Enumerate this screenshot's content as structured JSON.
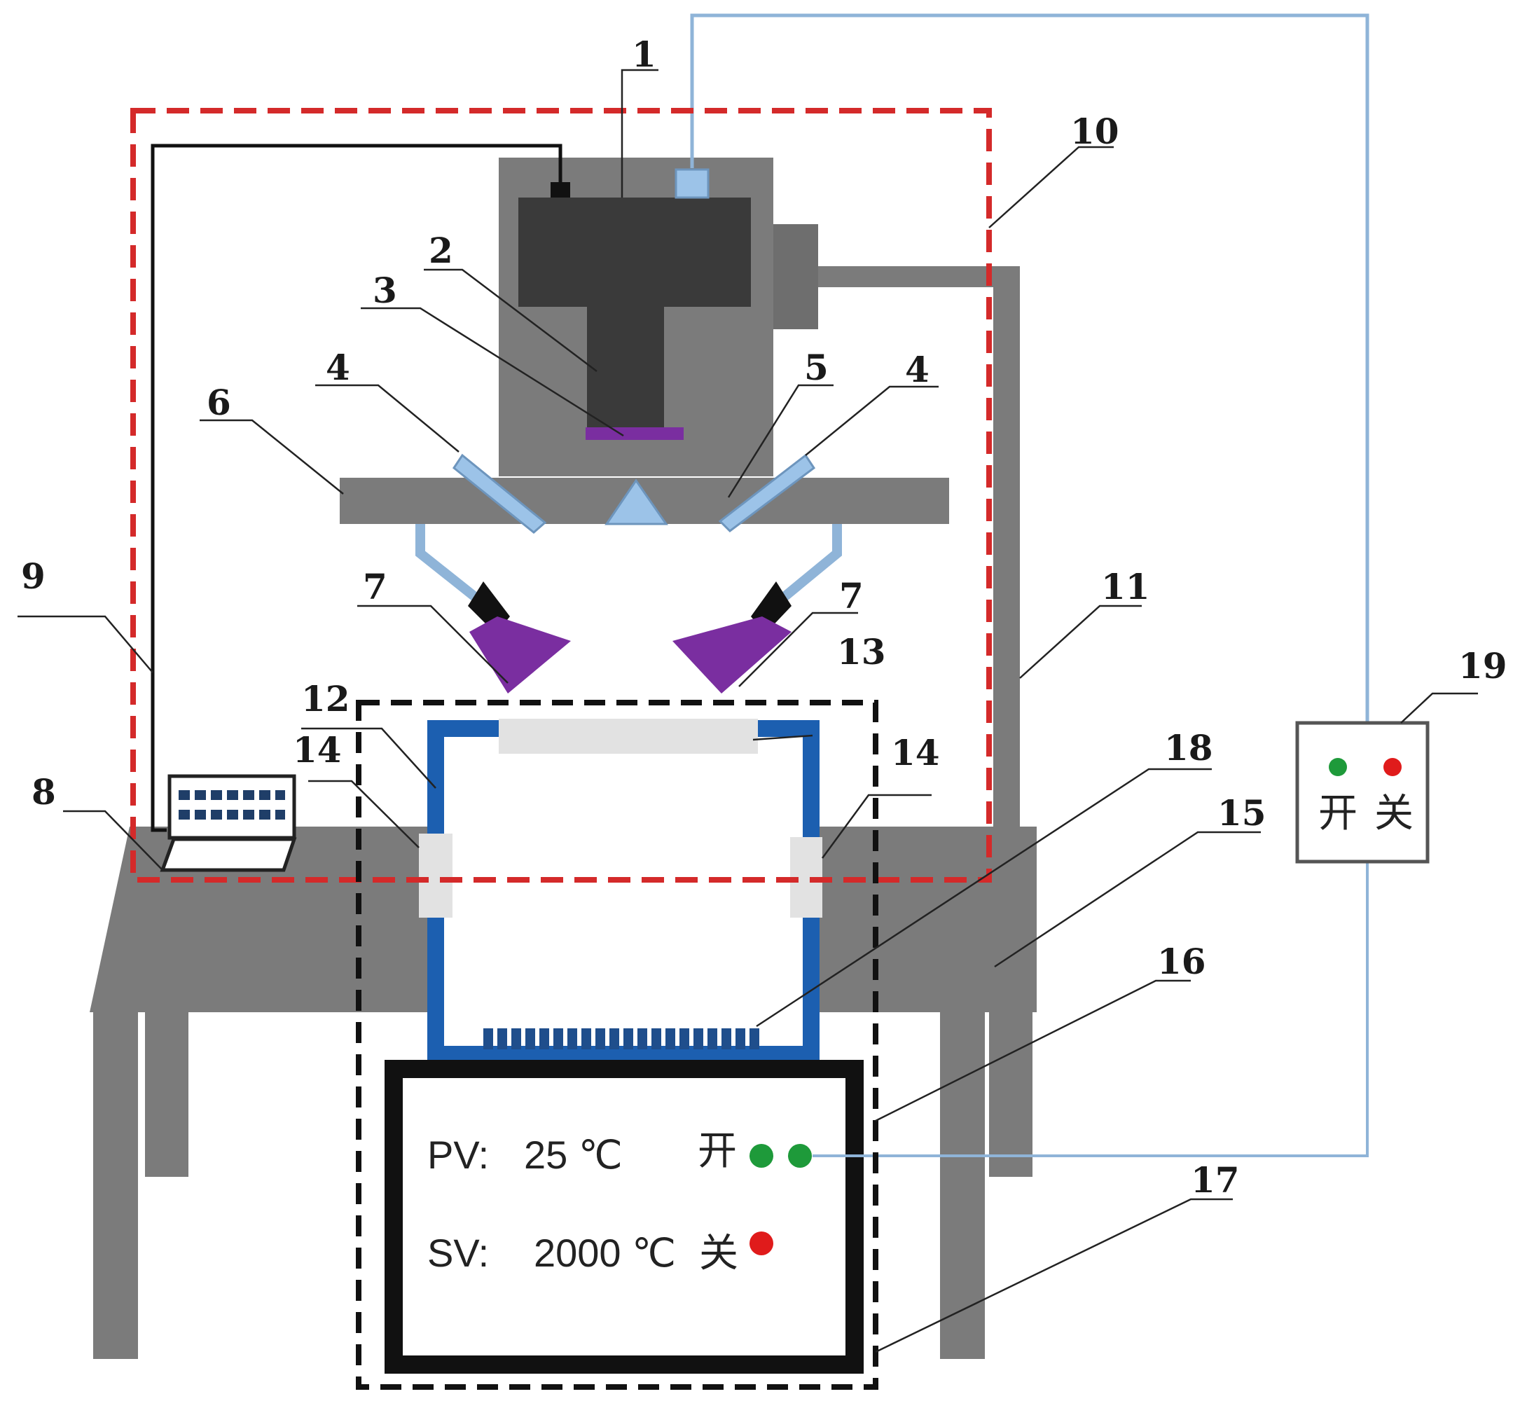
{
  "labels": {
    "n1": "1",
    "n2": "2",
    "n3": "3",
    "n4a": "4",
    "n4b": "4",
    "n5": "5",
    "n6": "6",
    "n7a": "7",
    "n7b": "7",
    "n8": "8",
    "n9": "9",
    "n10": "10",
    "n11": "11",
    "n12": "12",
    "n13": "13",
    "n14a": "14",
    "n14b": "14",
    "n15": "15",
    "n16": "16",
    "n17": "17",
    "n18": "18",
    "n19": "19"
  },
  "controller": {
    "pv_label": "PV:",
    "pv_value": "25 ℃",
    "sv_label": "SV:",
    "sv_value": "2000 ℃",
    "on_label": "开",
    "off_label": "关"
  },
  "switch_box": {
    "on_label": "开",
    "off_label": "关"
  },
  "colors": {
    "machine_gray": "#7b7b7b",
    "dark_block": "#3a3a3a",
    "red_dashed": "#d42a2a",
    "blue_frame": "#1c5fb0",
    "pipe_blue": "#8fb4d8",
    "purple": "#7a2ea0",
    "green_led": "#1e9a3a",
    "red_led": "#e01b1b"
  }
}
